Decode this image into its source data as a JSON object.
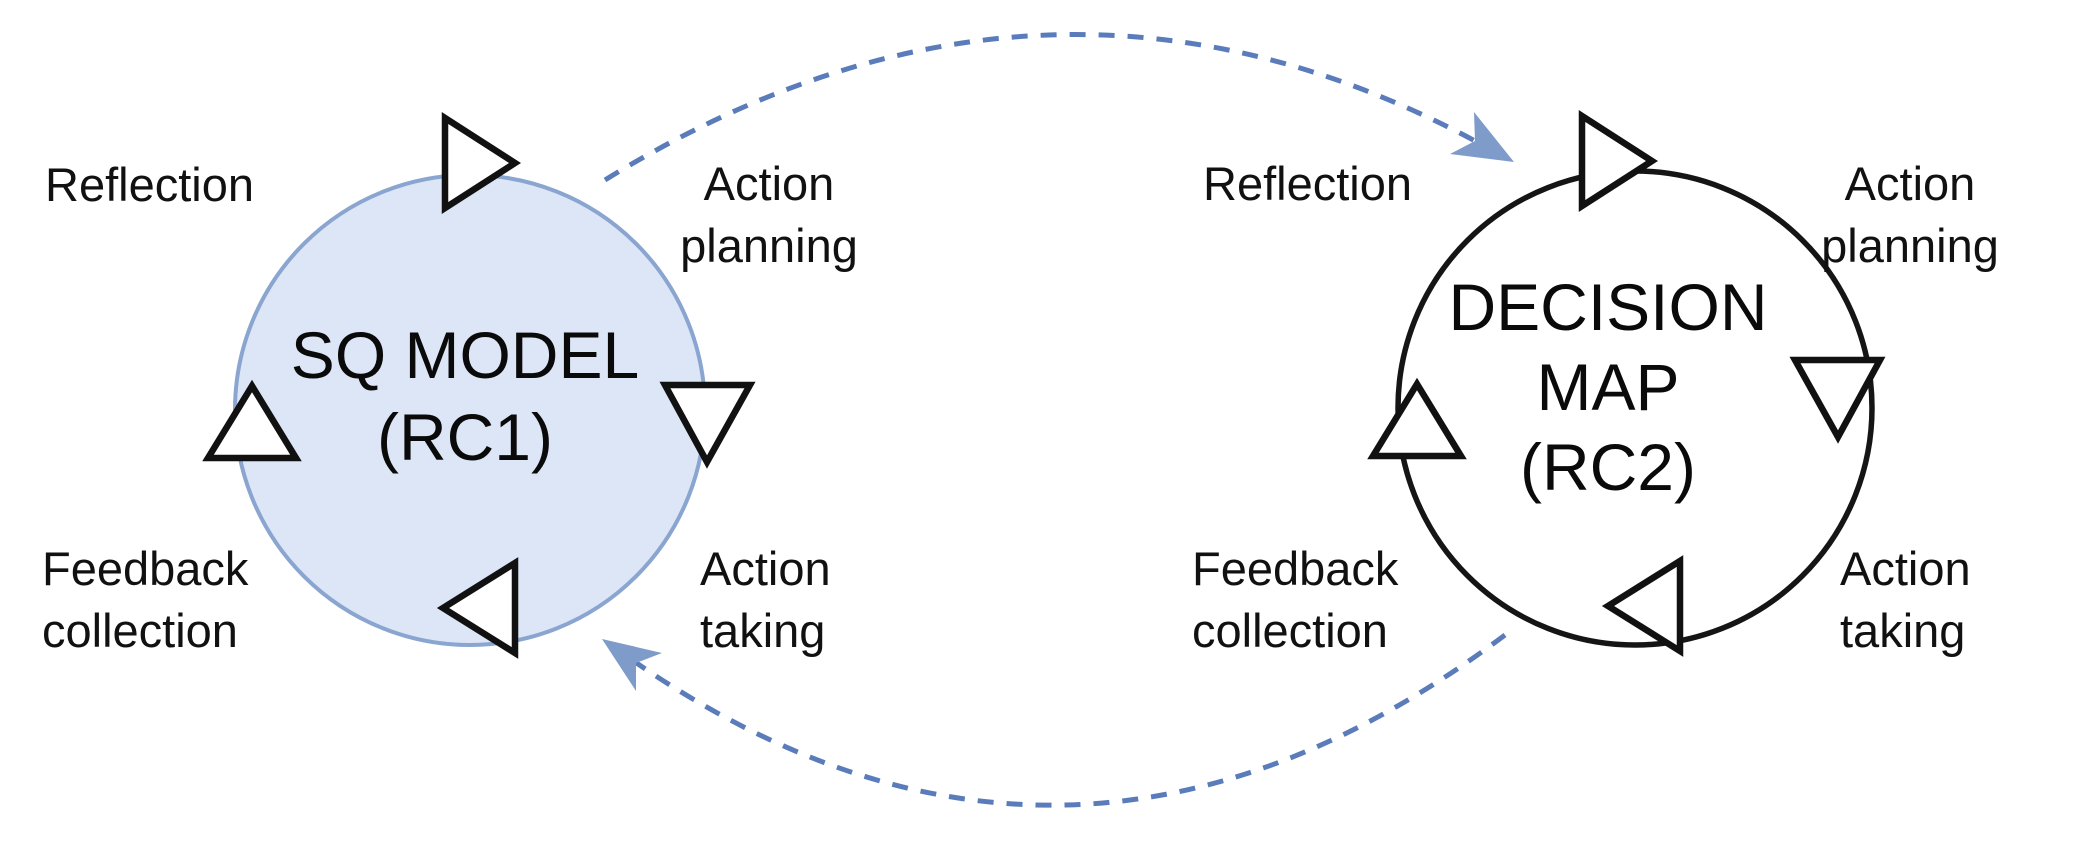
{
  "diagram": {
    "background": "#ffffff",
    "colors": {
      "rc1_fill": "#dce6f6",
      "rc1_stroke": "#8aa5cf",
      "rc2_fill": "#ffffff",
      "rc2_stroke": "#151515",
      "triangle_fill": "#ffffff",
      "triangle_stroke": "#111111",
      "connector": "#5b7cba",
      "connector_arrowhead": "#7e9bc9",
      "text": "#111111"
    },
    "cycles": [
      {
        "id": "RC1",
        "title": [
          "SQ MODEL",
          "(RC1)"
        ],
        "labels": {
          "reflection": "Reflection",
          "action_planning": [
            "Action",
            "planning"
          ],
          "action_taking": [
            "Action",
            "taking"
          ],
          "feedback_collection": [
            "Feedback",
            "collection"
          ]
        }
      },
      {
        "id": "RC2",
        "title": [
          "DECISION",
          "MAP",
          "(RC2)"
        ],
        "labels": {
          "reflection": "Reflection",
          "action_planning": [
            "Action",
            "planning"
          ],
          "action_taking": [
            "Action",
            "taking"
          ],
          "feedback_collection": [
            "Feedback",
            "collection"
          ]
        }
      }
    ],
    "connectors": [
      {
        "from": "RC1",
        "to": "RC2",
        "style": "dashed",
        "position": "top"
      },
      {
        "from": "RC2",
        "to": "RC1",
        "style": "dashed",
        "position": "bottom"
      }
    ]
  }
}
